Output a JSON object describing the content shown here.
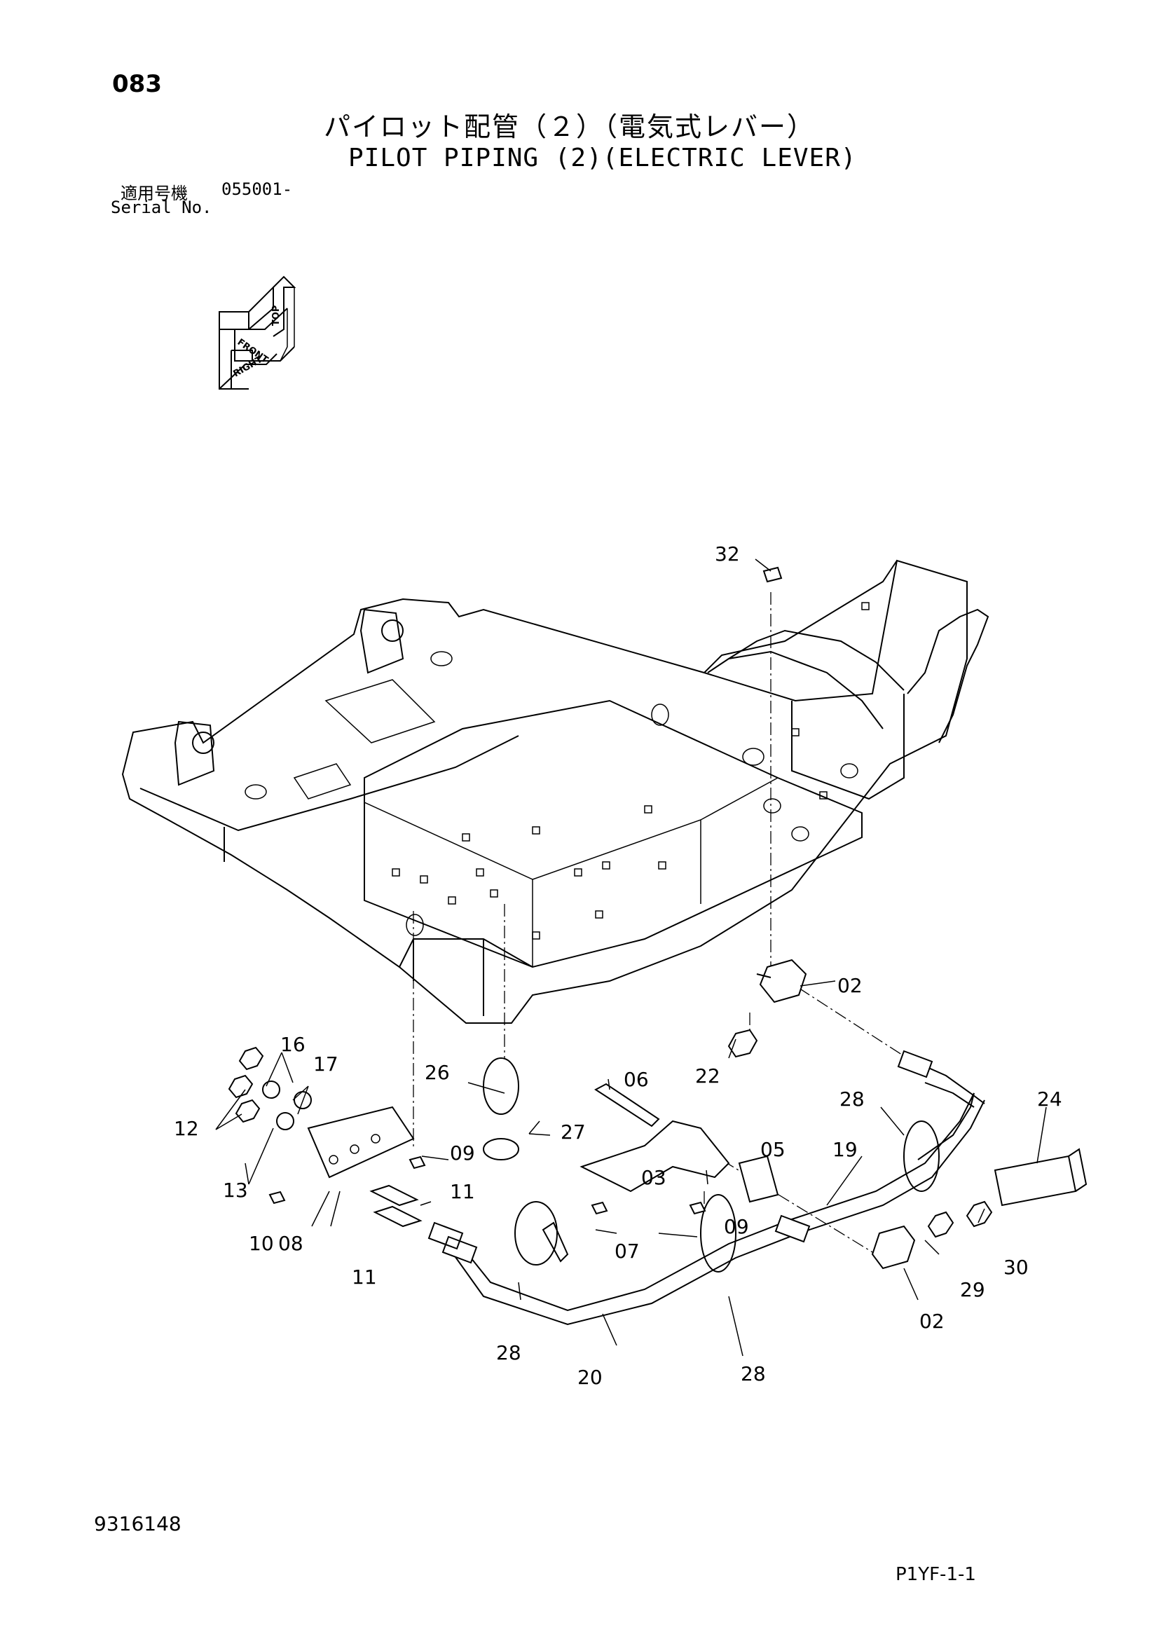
{
  "header": {
    "page_number": "083",
    "title_jp": "パイロット配管（２）（電気式レバー）",
    "title_en": "PILOT PIPING (2)(ELECTRIC LEVER)",
    "serial_label_jp": "適用号機",
    "serial_value": "055001-",
    "serial_label_en": "Serial No."
  },
  "orientation": {
    "top": "TOP",
    "front": "FRONT",
    "right": "RIGHT"
  },
  "callouts": {
    "c32": "32",
    "c02a": "02",
    "c22": "22",
    "c16": "16",
    "c17": "17",
    "c26": "26",
    "c06": "06",
    "c28a": "28",
    "c24": "24",
    "c12": "12",
    "c27": "27",
    "c09a": "09",
    "c05": "05",
    "c19": "19",
    "c13": "13",
    "c11a": "11",
    "c03": "03",
    "c09b": "09",
    "c10": "10",
    "c08": "08",
    "c07": "07",
    "c11b": "11",
    "c30": "30",
    "c29": "29",
    "c02b": "02",
    "c28b": "28",
    "c20": "20",
    "c28c": "28"
  },
  "footer": {
    "drawing_number": "9316148",
    "sheet_code": "P1YF-1-1"
  }
}
